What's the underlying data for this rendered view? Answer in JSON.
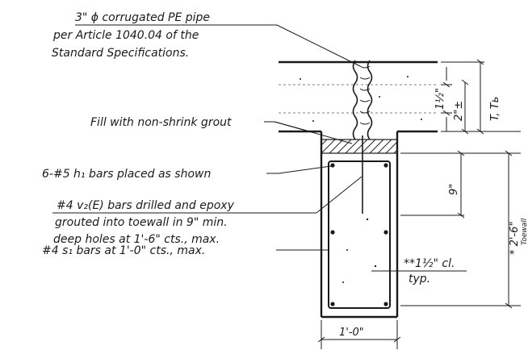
{
  "colors": {
    "line": "#1a1a1a",
    "background": "#ffffff"
  },
  "notes": {
    "pipe_line1": "3\" ϕ corrugated PE pipe",
    "pipe_line2": "per Article 1040.04 of the",
    "pipe_line3": "Standard Specifications.",
    "grout": "Fill with non-shrink grout",
    "h1_bars": "6-#5 h₁ bars placed as shown",
    "v2_line1": "#4 v₂(E) bars drilled and epoxy",
    "v2_line2": "grouted into toewall in 9\" min.",
    "v2_line3": "deep holes at 1'-6\" cts., max.",
    "s1_bars": "#4 s₁ bars at 1'-0\" cts., max.",
    "cover_line1": "**1½\" cl.",
    "cover_line2": "typ."
  },
  "dimensions": {
    "one_half": "1½\"",
    "two_t": "2\"±",
    "t_tb": "T, Tь",
    "nine": "9\"",
    "two_six": "* 2'-6\"",
    "toewall": "Toewall",
    "width": "1'-0\""
  }
}
